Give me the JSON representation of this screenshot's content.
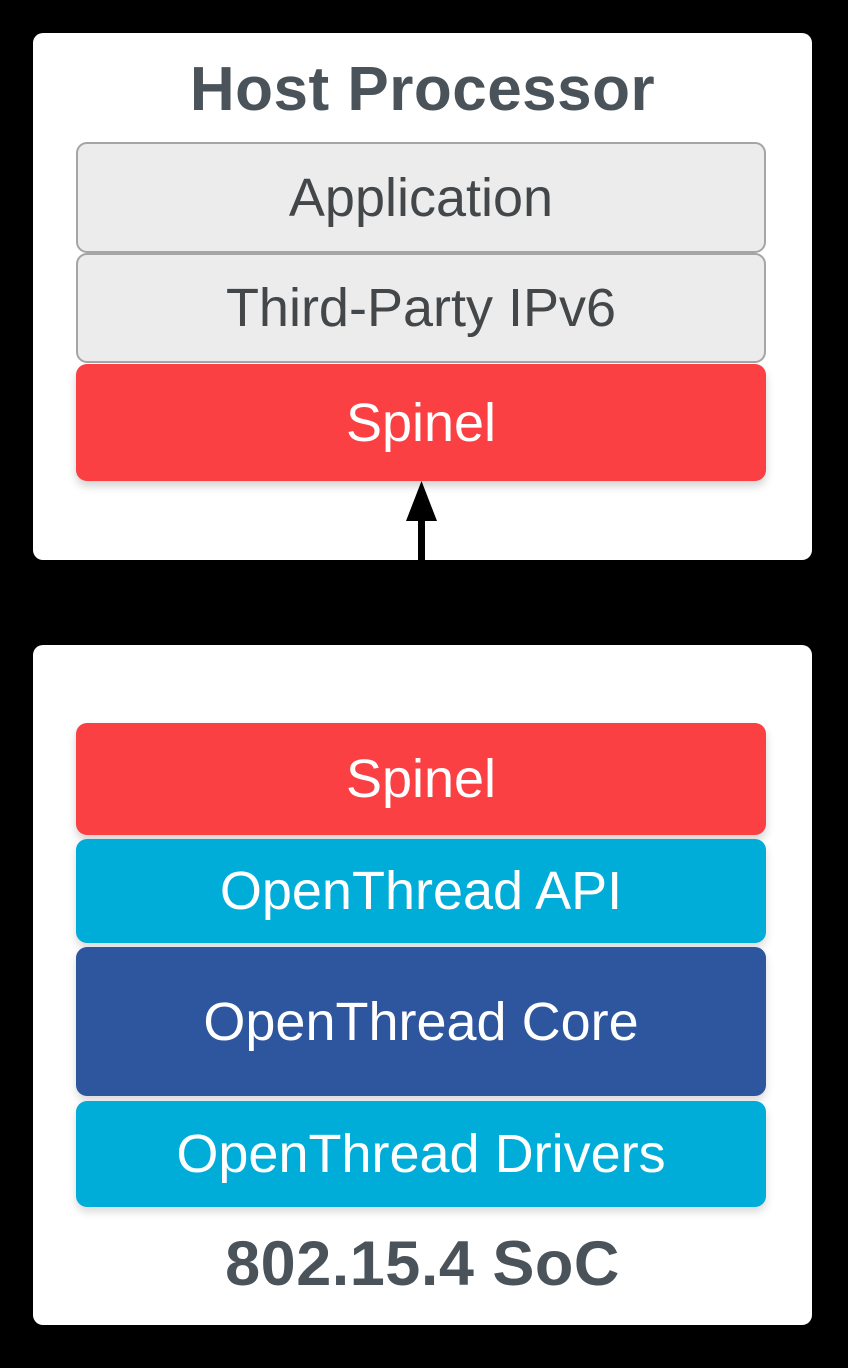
{
  "colors": {
    "background": "#000000",
    "card": "#FFFFFF",
    "title_text": "#4A535A",
    "gray_fill": "#ECECEC",
    "gray_border": "#A5A5A5",
    "gray_text": "#434749",
    "red": "#FA4043",
    "cyan": "#00ACD8",
    "dark_blue": "#2D569E",
    "white_text": "#FFFFFF",
    "arrow": "#000000"
  },
  "host_card": {
    "title": "Host Processor",
    "layers": [
      {
        "id": "application",
        "label": "Application",
        "style": "gray"
      },
      {
        "id": "third-party-ipv6",
        "label": "Third-Party IPv6",
        "style": "gray"
      },
      {
        "id": "spinel",
        "label": "Spinel",
        "style": "red"
      }
    ]
  },
  "connector": {
    "type": "double-headed-arrow",
    "direction": "vertical",
    "connects": [
      "Spinel (Host Processor)",
      "Spinel (802.15.4 SoC)"
    ]
  },
  "soc_card": {
    "title": "802.15.4 SoC",
    "layers": [
      {
        "id": "spinel",
        "label": "Spinel",
        "style": "red"
      },
      {
        "id": "openthread-api",
        "label": "OpenThread API",
        "style": "cyan"
      },
      {
        "id": "openthread-core",
        "label": "OpenThread Core",
        "style": "blue"
      },
      {
        "id": "openthread-drivers",
        "label": "OpenThread Drivers",
        "style": "cyan"
      }
    ]
  }
}
